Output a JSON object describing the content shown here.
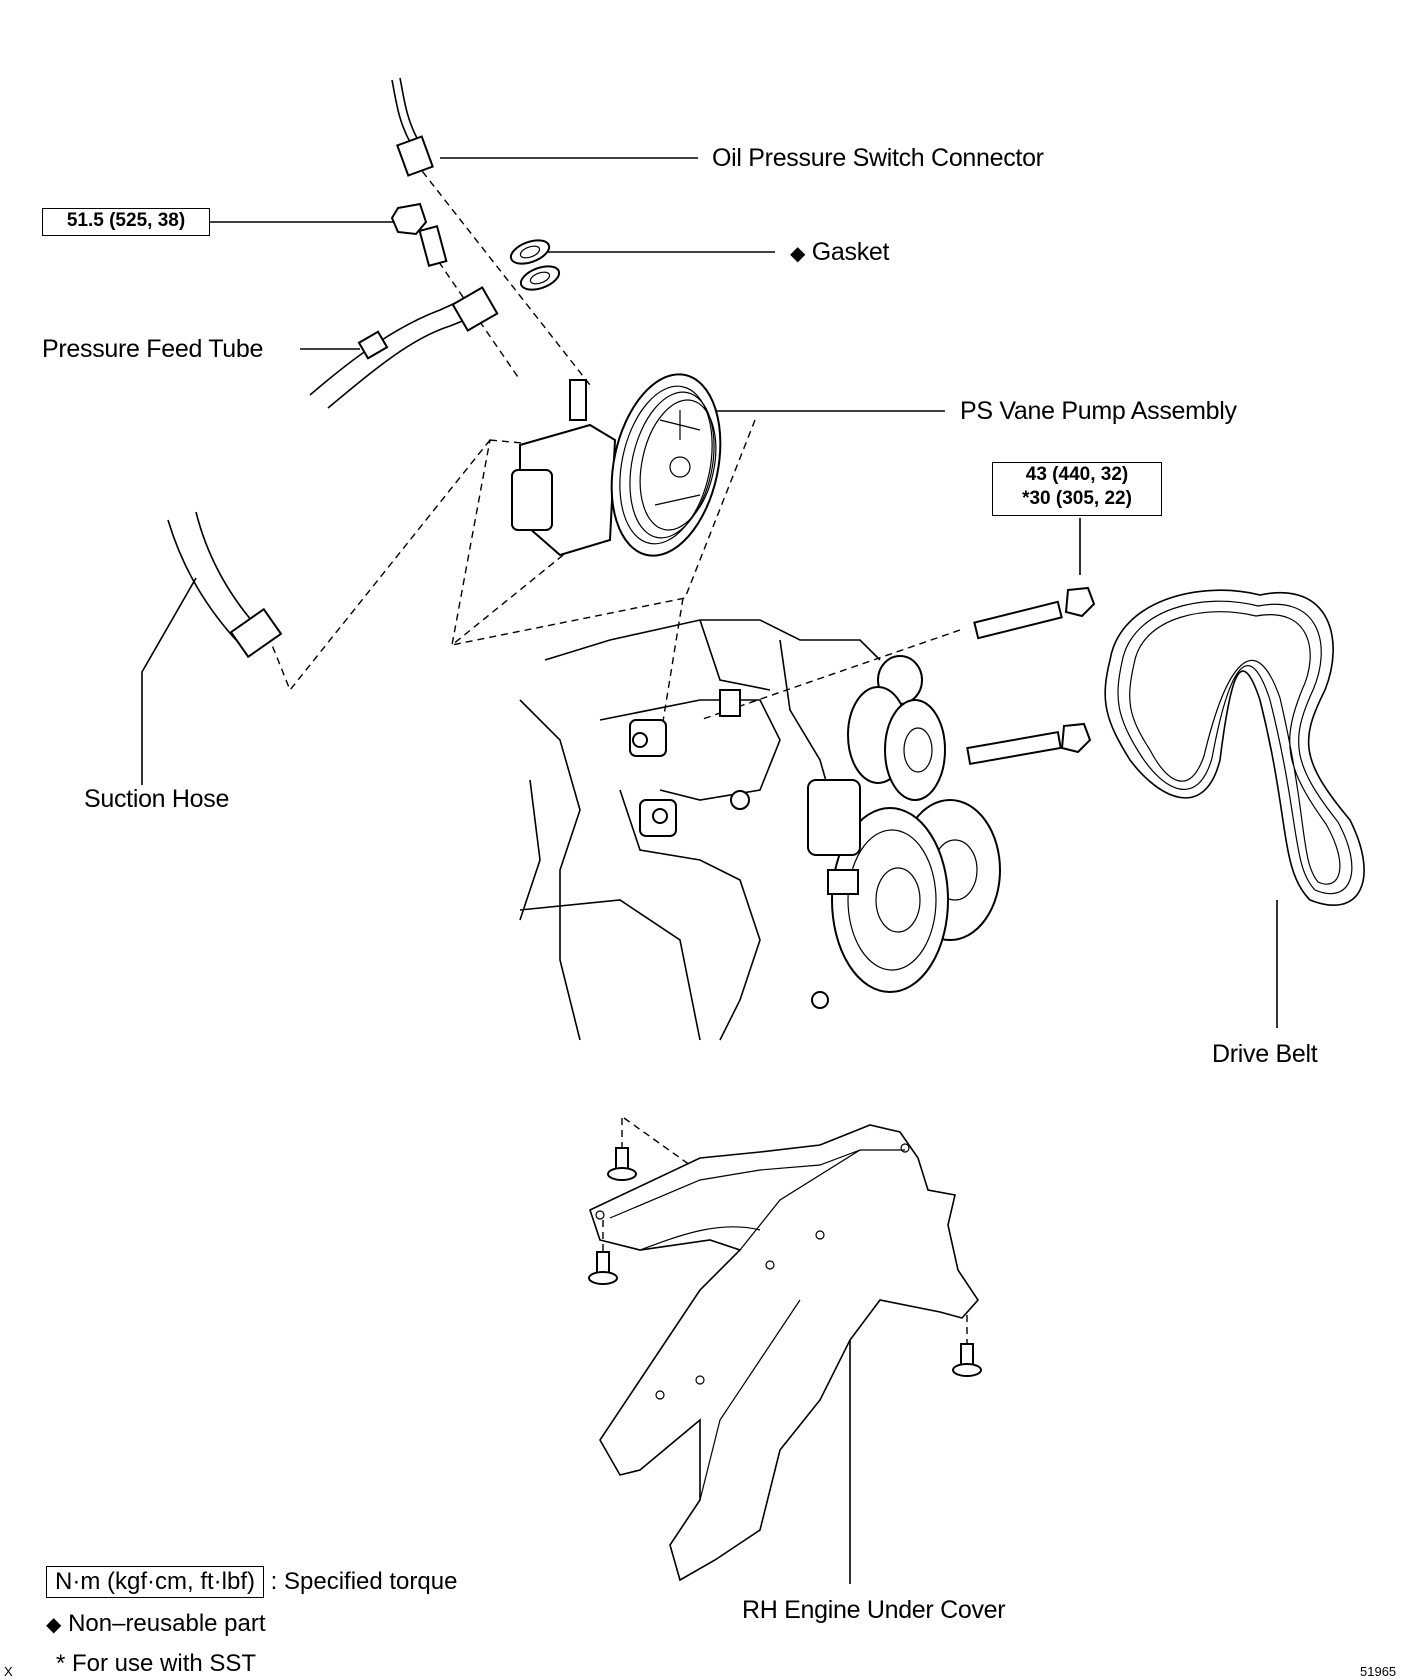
{
  "labels": {
    "oil_pressure_switch_connector": "Oil Pressure Switch Connector",
    "gasket": "Gasket",
    "pressure_feed_tube": "Pressure Feed Tube",
    "ps_vane_pump_assembly": "PS Vane Pump Assembly",
    "suction_hose": "Suction Hose",
    "drive_belt": "Drive Belt",
    "rh_engine_under_cover": "RH Engine Under Cover"
  },
  "torque": {
    "union_bolt": "51.5 (525, 38)",
    "pump_bolt_line1": "43 (440, 32)",
    "pump_bolt_line2": "*30 (305, 22)"
  },
  "symbols": {
    "non_reusable": "◆"
  },
  "legend": {
    "unit": "N·m (kgf·cm, ft·lbf)",
    "unit_desc": ": Specified torque",
    "non_reusable": "Non–reusable part",
    "sst": "* For use with SST"
  },
  "corner": {
    "left": "X",
    "right": "51965"
  }
}
